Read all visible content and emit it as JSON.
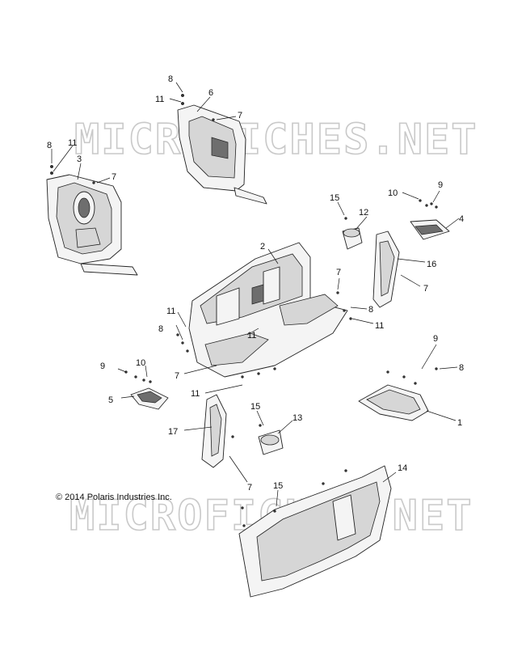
{
  "watermark": "MICROFICHES.NET",
  "copyright": "© 2014 Polaris Industries Inc.",
  "callouts": {
    "c1": "1",
    "c2": "2",
    "c3": "3",
    "c4": "4",
    "c5": "5",
    "c6": "6",
    "c7": "7",
    "c8": "8",
    "c9": "9",
    "c10": "10",
    "c11": "11",
    "c12": "12",
    "c13": "13",
    "c14": "14",
    "c15": "15",
    "c16": "16",
    "c17": "17"
  }
}
